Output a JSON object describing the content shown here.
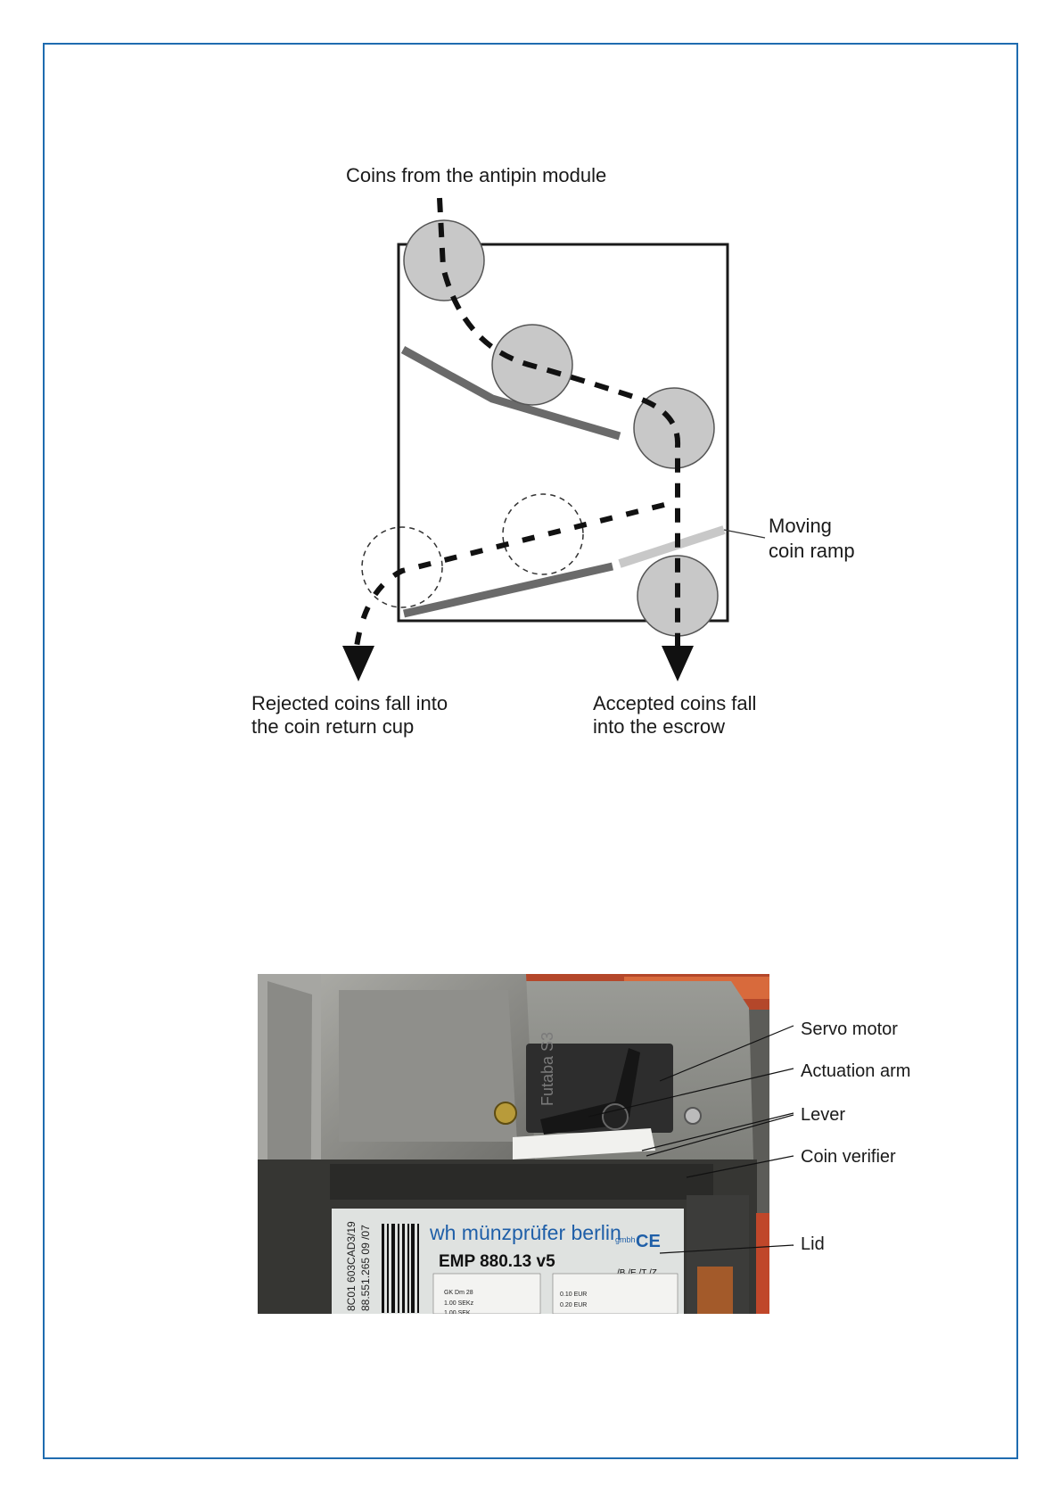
{
  "diagram": {
    "top_label": "Coins from the antipin module",
    "moving_ramp_label": [
      "Moving",
      "coin ramp"
    ],
    "rejected_label": [
      "Rejected coins fall into",
      "the coin return cup"
    ],
    "accepted_label": [
      "Accepted coins fall",
      "into the escrow"
    ]
  },
  "photo": {
    "callouts": {
      "servo_motor": "Servo motor",
      "actuation_arm": "Actuation arm",
      "lever": "Lever",
      "coin_verifier": "Coin verifier",
      "lid": "Lid"
    },
    "device_brand": "wh münzprüfer berlin",
    "device_brand_suffix": "gmbh",
    "device_model": "EMP 880.13 v5",
    "device_codes": "/B /E /T /Z",
    "barcode_text_1": "8C01 603CAD3/19",
    "barcode_text_2": "88.551.265 09 /07",
    "servo_text": "Futaba S3",
    "ce_mark": "CE",
    "table_rows_left": [
      "GK Dm 28",
      "1.00 SEKz",
      "1.00 SEK"
    ],
    "table_rows_right": [
      "0.10 EUR",
      "0.20 EUR"
    ]
  },
  "colors": {
    "frame": "#1f6cb0",
    "coin_fill": "#c8c8c8",
    "ramp": "#6a6a6a",
    "moving_ramp": "#c8c8c8"
  }
}
